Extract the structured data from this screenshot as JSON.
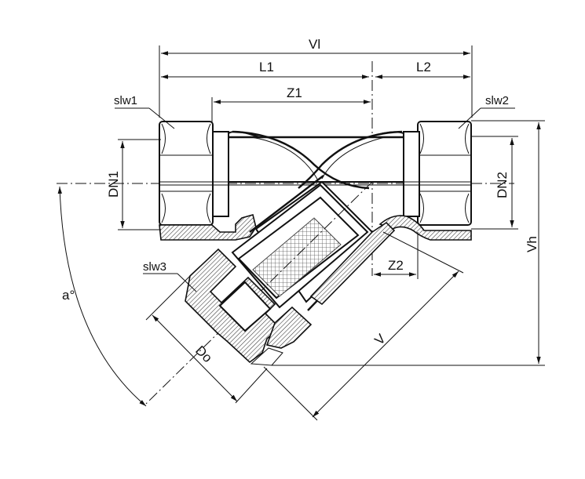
{
  "labels": {
    "vl": "Vl",
    "l1": "L1",
    "l2": "L2",
    "z1": "Z1",
    "z2": "Z2",
    "slw1": "slw1",
    "slw2": "slw2",
    "slw3": "slw3",
    "dn1": "DN1",
    "dn2": "DN2",
    "vh": "Vh",
    "v": "V",
    "do": "Do",
    "angle": "a°"
  }
}
